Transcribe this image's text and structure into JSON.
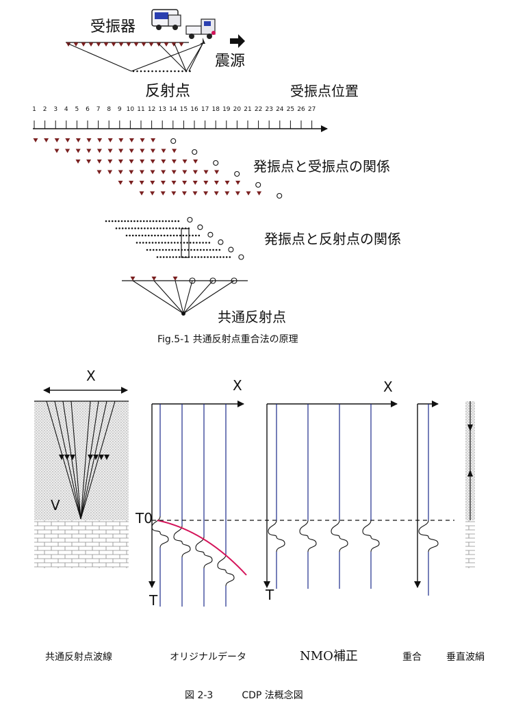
{
  "fig1": {
    "geophone_label": "受振器",
    "source_label": "震源",
    "reflection_label": "反射点",
    "receiver_position_label": "受振点位置",
    "tick_numbers": [
      "1",
      "2",
      "3",
      "4",
      "5",
      "6",
      "7",
      "8",
      "9",
      "10",
      "11",
      "12",
      "13",
      "14",
      "15",
      "16",
      "17",
      "18",
      "19",
      "20",
      "21",
      "22",
      "23",
      "24",
      "25",
      "26",
      "27"
    ],
    "shot_receiver_label": "発振点と受振点の関係",
    "shot_reflection_label": "発振点と反射点の関係",
    "cdp_label": "共通反射点",
    "caption": "Fig.5-1 共通反射点重合法の原理"
  },
  "fig2": {
    "x_label": "X",
    "v_label": "V",
    "t0_label": "T0",
    "t_label": "T",
    "panel_labels": [
      "共通反射点波線",
      "オリジナルデータ",
      "NMO補正",
      "重合",
      "垂直波絹"
    ],
    "caption": "図 2-3　　　CDP 法概念図",
    "colors": {
      "moveout_curve": "#d4145a",
      "trace_line": "#1a2a8a"
    }
  }
}
